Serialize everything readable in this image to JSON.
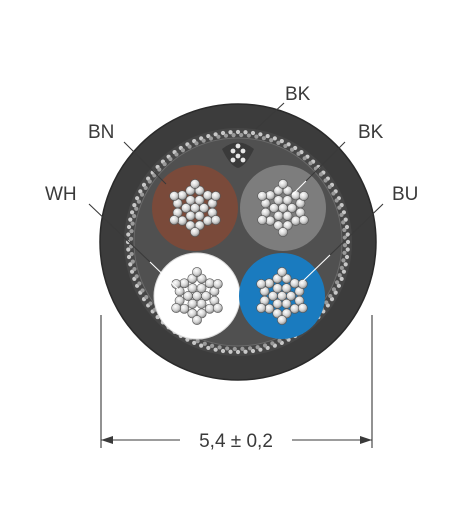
{
  "diagram": {
    "labels": {
      "bk_jacket": "BK",
      "bn": "BN",
      "bk_core": "BK",
      "wh": "WH",
      "bu": "BU"
    },
    "dimension": "5,4 ± 0,2",
    "colors": {
      "jacket": "#3c3c3c",
      "jacket_edge": "#2a2a2a",
      "shield_dots": "#bdbdbd",
      "inner_fill": "#4a4a4a",
      "bn_insulation": "#7a4a3a",
      "bk_insulation": "#7d7d7d",
      "wh_insulation": "#ffffff",
      "bu_insulation": "#1a7bbf",
      "strand": "#c9c9c9",
      "strand_highlight": "#ffffff",
      "line": "#3a3a3a"
    }
  }
}
